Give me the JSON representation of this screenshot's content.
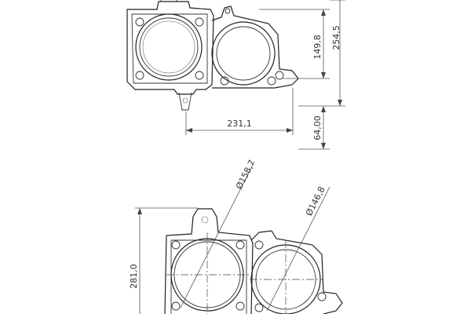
{
  "drawing": {
    "top_view": {
      "dim_width": "231,1",
      "dim_height_small": "149,8",
      "dim_height_total": "254,5",
      "dim_tab": "64,00"
    },
    "bottom_view": {
      "dim_dia_large": "Ø158,7",
      "dim_dia_small": "Ø146,8",
      "dim_height": "281,0"
    },
    "colors": {
      "line": "#333333",
      "background": "#ffffff"
    }
  }
}
